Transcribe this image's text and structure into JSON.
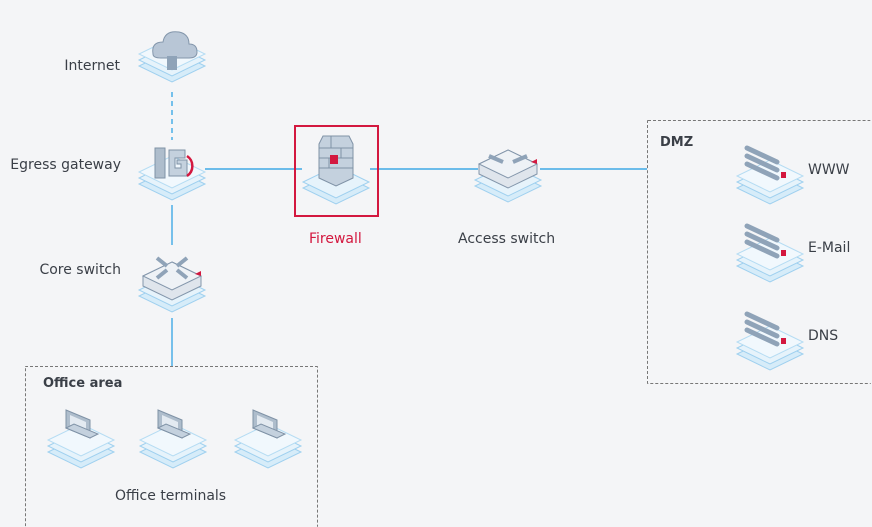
{
  "nodes": {
    "internet": "Internet",
    "egress_gateway": "Egress gateway",
    "core_switch": "Core switch",
    "firewall": "Firewall",
    "access_switch": "Access switch",
    "www": "WWW",
    "email": "E-Mail",
    "dns": "DNS",
    "office_terminals": "Office terminals"
  },
  "zones": {
    "dmz": "DMZ",
    "office_area": "Office area"
  },
  "colors": {
    "highlight": "#d3183f",
    "link": "#3fa9e6",
    "platform": "#bfe2f7",
    "zone_border": "#777777",
    "background": "#f4f5f7"
  },
  "icons": {
    "internet": "cloud-icon",
    "egress_gateway": "gateway-icon",
    "core_switch": "core-switch-icon",
    "firewall": "firewall-icon",
    "access_switch": "access-switch-icon",
    "servers": "server-icon",
    "terminals": "laptop-icon"
  }
}
